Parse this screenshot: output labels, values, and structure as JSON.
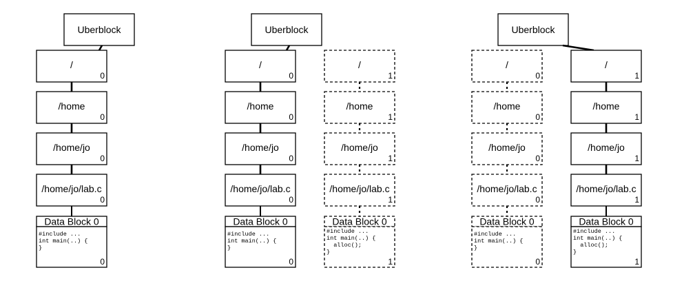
{
  "states": [
    {
      "uberblock": "Uberblock",
      "trees": [
        {
          "style": "solid",
          "nodes": [
            {
              "label": "/",
              "version": "0"
            },
            {
              "label": "/home",
              "version": "0"
            },
            {
              "label": "/home/jo",
              "version": "0"
            },
            {
              "label": "/home/jo/lab.c",
              "version": "0"
            }
          ],
          "data_block": {
            "title": "Data Block 0",
            "code": [
              "#include ...",
              "int main(..) {",
              "}"
            ],
            "version": "0"
          }
        }
      ]
    },
    {
      "uberblock": "Uberblock",
      "trees": [
        {
          "style": "solid",
          "nodes": [
            {
              "label": "/",
              "version": "0"
            },
            {
              "label": "/home",
              "version": "0"
            },
            {
              "label": "/home/jo",
              "version": "0"
            },
            {
              "label": "/home/jo/lab.c",
              "version": "0"
            }
          ],
          "data_block": {
            "title": "Data Block 0",
            "code": [
              "#include ...",
              "int main(..) {",
              "}"
            ],
            "version": "0"
          }
        },
        {
          "style": "dashed",
          "nodes": [
            {
              "label": "/",
              "version": "1"
            },
            {
              "label": "/home",
              "version": "1"
            },
            {
              "label": "/home/jo",
              "version": "1"
            },
            {
              "label": "/home/jo/lab.c",
              "version": "1"
            }
          ],
          "data_block": {
            "title": "Data Block 0",
            "code": [
              "#include ...",
              "int main(..) {",
              "  alloc();",
              "}"
            ],
            "version": "1"
          }
        }
      ]
    },
    {
      "uberblock": "Uberblock",
      "trees": [
        {
          "style": "dashed",
          "nodes": [
            {
              "label": "/",
              "version": "0"
            },
            {
              "label": "/home",
              "version": "0"
            },
            {
              "label": "/home/jo",
              "version": "0"
            },
            {
              "label": "/home/jo/lab.c",
              "version": "0"
            }
          ],
          "data_block": {
            "title": "Data Block 0",
            "code": [
              "#include ...",
              "int main(..) {",
              "}"
            ],
            "version": "0"
          }
        },
        {
          "style": "solid",
          "nodes": [
            {
              "label": "/",
              "version": "1"
            },
            {
              "label": "/home",
              "version": "1"
            },
            {
              "label": "/home/jo",
              "version": "1"
            },
            {
              "label": "/home/jo/lab.c",
              "version": "1"
            }
          ],
          "data_block": {
            "title": "Data Block 0",
            "code": [
              "#include ...",
              "int main(..) {",
              "  alloc();",
              "}"
            ],
            "version": "1"
          }
        }
      ]
    }
  ]
}
